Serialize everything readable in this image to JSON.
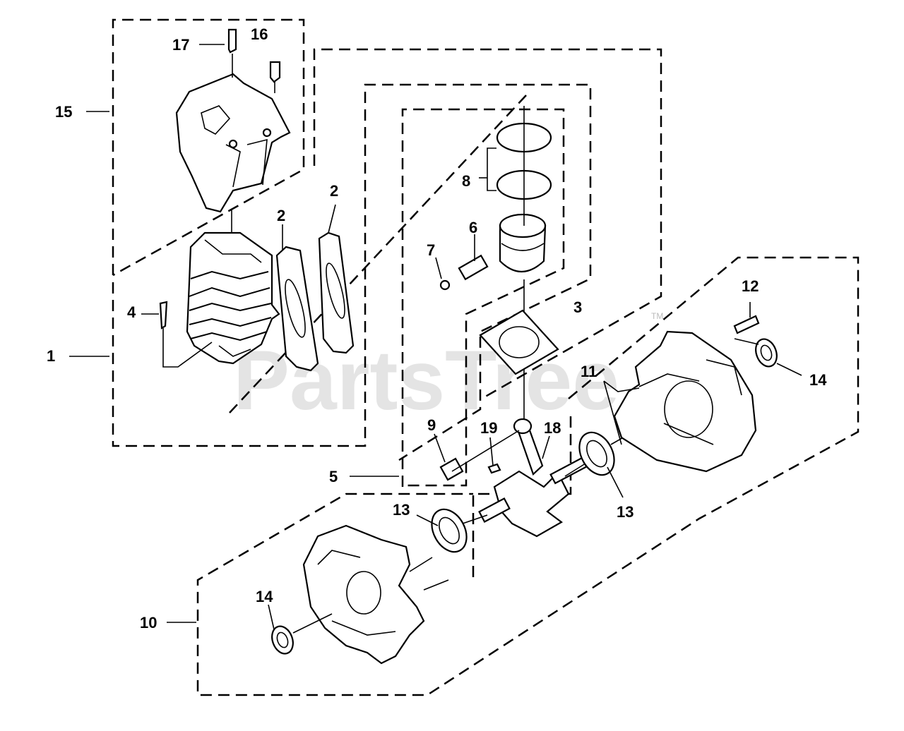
{
  "watermark": {
    "text": "PartsTree",
    "mark": "TM"
  },
  "callouts": {
    "c1": "1",
    "c2a": "2",
    "c2b": "2",
    "c3": "3",
    "c4": "4",
    "c5": "5",
    "c6": "6",
    "c7": "7",
    "c8": "8",
    "c9": "9",
    "c10": "10",
    "c11": "11",
    "c12": "12",
    "c13a": "13",
    "c13b": "13",
    "c14a": "14",
    "c14b": "14",
    "c15": "15",
    "c16": "16",
    "c17": "17",
    "c18": "18",
    "c19": "19"
  },
  "colors": {
    "ink": "#000000",
    "background": "#ffffff",
    "watermark": "#cfcfcf"
  }
}
